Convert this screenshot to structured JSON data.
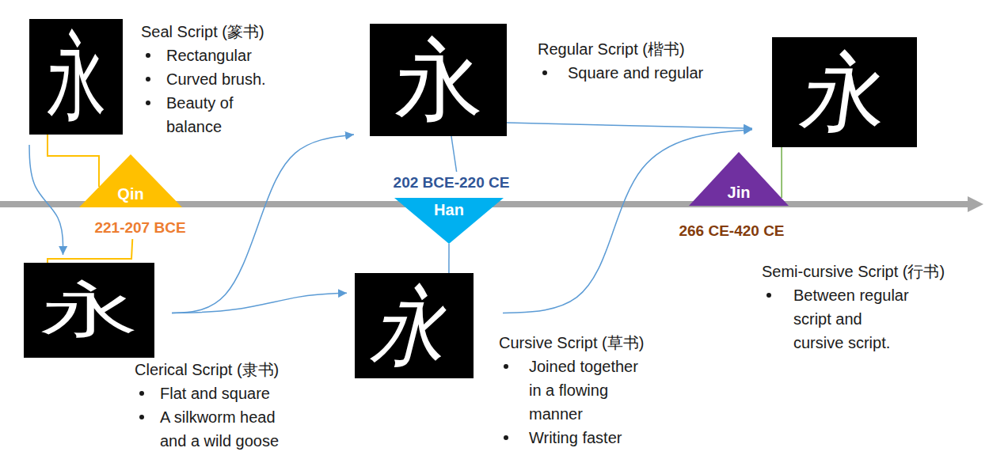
{
  "diagram": {
    "nodes": [
      {
        "text": [
          "永",
          "Seal Script (篆书)",
          "Rectangular",
          "Curved brush.",
          "Beauty of balance"
        ]
      },
      {
        "text": [
          "Qin",
          "221-207 BCE"
        ]
      },
      {
        "text": [
          "永",
          "Clerical Script (隶书)",
          "Flat and square",
          "A silkworm head and a wild goose"
        ]
      },
      {
        "text": [
          "永",
          "Regular Script (楷书)",
          "Square and regular"
        ]
      },
      {
        "text": [
          "Han",
          "202 BCE-220 CE"
        ]
      },
      {
        "text": [
          "永",
          "Cursive Script (草书)",
          "Joined together in a flowing manner",
          "Writing faster"
        ]
      },
      {
        "text": [
          "永",
          "Semi-cursive Script (行书)",
          "Between regular script and cursive script."
        ]
      },
      {
        "text": [
          "Jin",
          "266 CE-420 CE"
        ]
      }
    ],
    "edges": [
      {
        "from": 0,
        "to": 2,
        "arrow": "to"
      },
      {
        "from": 2,
        "to": 3,
        "arrow": "to"
      },
      {
        "from": 2,
        "to": 5,
        "arrow": "to"
      },
      {
        "from": 3,
        "to": 6,
        "arrow": "to"
      },
      {
        "from": 5,
        "to": 6,
        "arrow": "to"
      },
      {
        "from": 0,
        "to": 1,
        "arrow": "none"
      },
      {
        "from": 1,
        "to": 2,
        "arrow": "none"
      },
      {
        "from": 3,
        "to": 4,
        "arrow": "none"
      },
      {
        "from": 4,
        "to": 5,
        "arrow": "none"
      },
      {
        "from": 7,
        "to": 6,
        "arrow": "none"
      }
    ]
  }
}
